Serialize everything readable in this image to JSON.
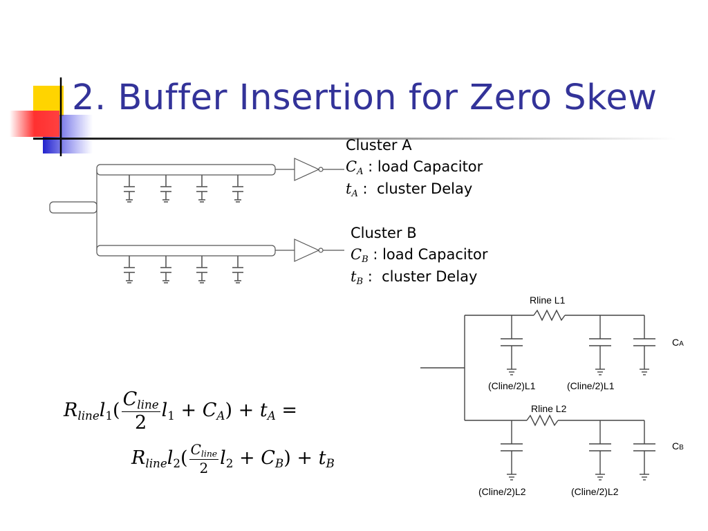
{
  "title": "2. Buffer Insertion for Zero Skew",
  "cluster_a": {
    "name": "Cluster A",
    "cap_symbol": "C",
    "cap_sub": "A",
    "cap_desc": " : load Capacitor",
    "delay_symbol": "t",
    "delay_sub": "A",
    "delay_desc": " :  cluster Delay"
  },
  "cluster_b": {
    "name": "Cluster B",
    "cap_symbol": "C",
    "cap_sub": "B",
    "cap_desc": " : load Capacitor",
    "delay_symbol": "t",
    "delay_sub": "B",
    "delay_desc": " :  cluster Delay"
  },
  "circuit": {
    "rline_l1": "Rline L1",
    "rline_l2": "Rline L2",
    "cline_l1": "(Cline/2)L1",
    "cline_l2": "(Cline/2)L2",
    "ca_main": "C",
    "ca_sub": "A",
    "cb_main": "C",
    "cb_sub": "B"
  },
  "equation": {
    "r": "R",
    "r_sub": "line",
    "l": "l",
    "one": "1",
    "two": "2",
    "c": "C",
    "c_sub": "line",
    "den": "2",
    "plus": "+",
    "equals": "=",
    "ca": "C",
    "ca_sub": "A",
    "cb": "C",
    "cb_sub": "B",
    "t": "t",
    "ta_sub": "A",
    "tb_sub": "B",
    "lparen": "(",
    "rparen": ")"
  }
}
